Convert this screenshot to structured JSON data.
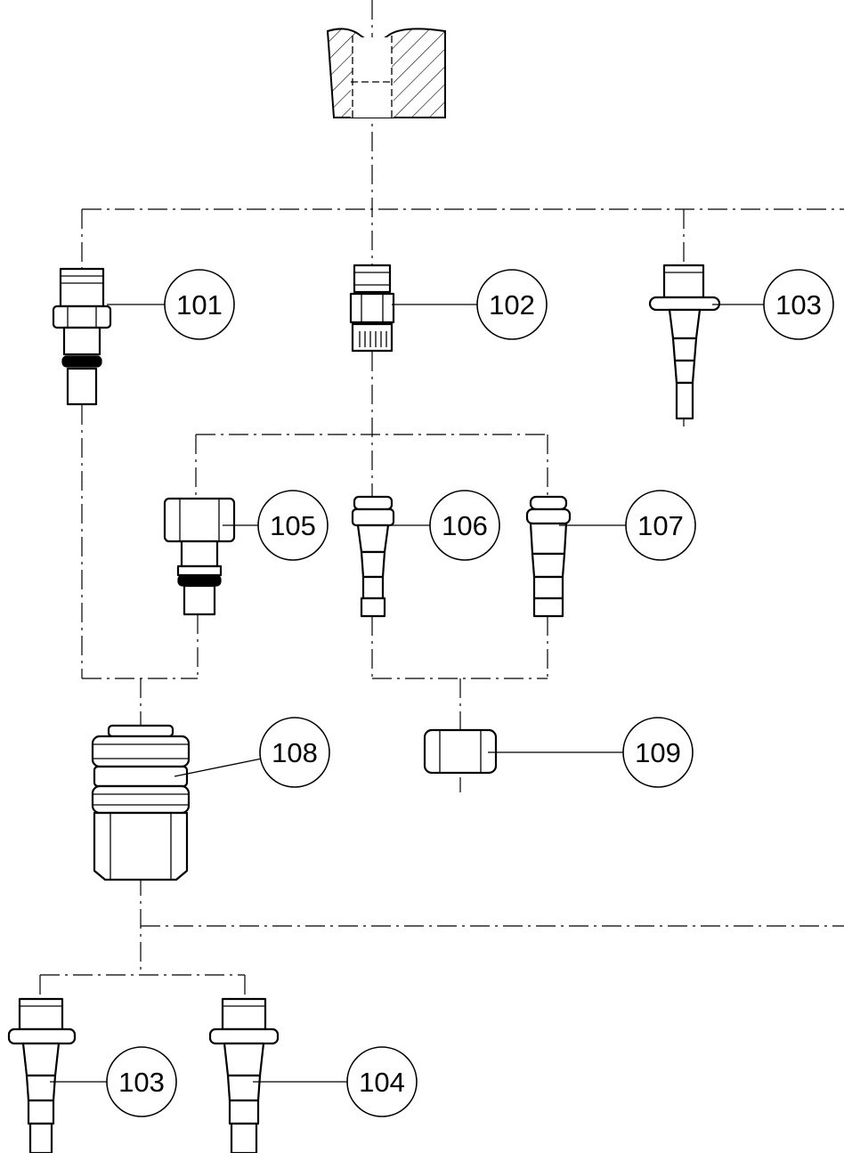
{
  "diagram": {
    "callouts": [
      {
        "id": "c101",
        "label": "101"
      },
      {
        "id": "c102",
        "label": "102"
      },
      {
        "id": "c103a",
        "label": "103"
      },
      {
        "id": "c105",
        "label": "105"
      },
      {
        "id": "c106",
        "label": "106"
      },
      {
        "id": "c107",
        "label": "107"
      },
      {
        "id": "c108",
        "label": "108"
      },
      {
        "id": "c109",
        "label": "109"
      },
      {
        "id": "c103b",
        "label": "103"
      },
      {
        "id": "c104",
        "label": "104"
      }
    ]
  }
}
